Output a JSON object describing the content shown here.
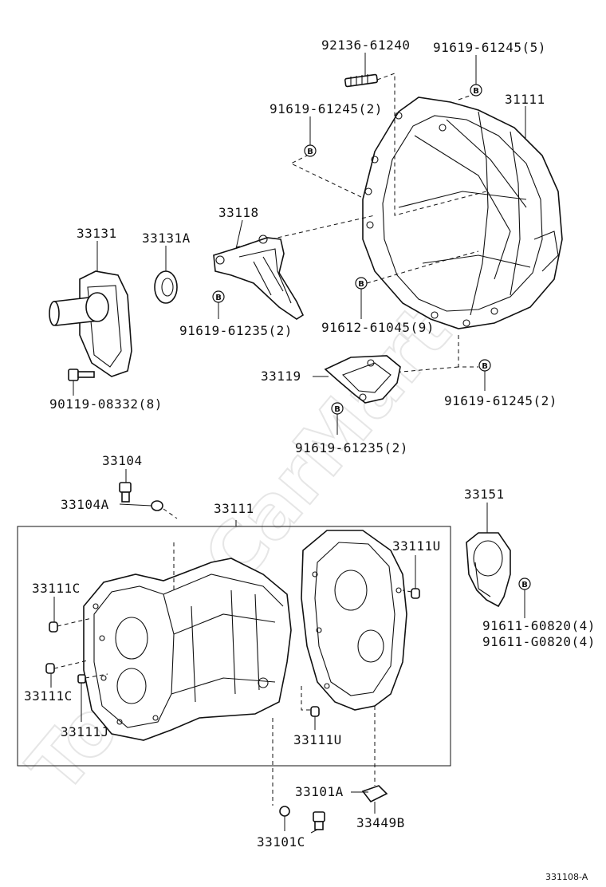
{
  "watermark": "ToyotaCarMart.ru",
  "labels": {
    "p92136": "92136-61240",
    "p91619_61245_5": "91619-61245(5)",
    "p31111": "31111",
    "p91619_61245_2a": "91619-61245(2)",
    "p33118": "33118",
    "p33131": "33131",
    "p33131A": "33131A",
    "p91619_61235_2a": "91619-61235(2)",
    "p91612": "91612-61045(9)",
    "p33119": "33119",
    "p91619_61245_2b": "91619-61245(2)",
    "p90119": "90119-08332(8)",
    "p91619_61235_2b": "91619-61235(2)",
    "p33104": "33104",
    "p33104A": "33104A",
    "p33111": "33111",
    "p33151": "33151",
    "p33111U_a": "33111U",
    "p33111C_a": "33111C",
    "p91611_60820": "91611-60820(4)",
    "p91611_G0820": "91611-G0820(4)",
    "p33111C_b": "33111C",
    "p33111J": "33111J",
    "p33111U_b": "33111U",
    "p33101A": "33101A",
    "p33449B": "33449B",
    "p33101C": "33101C",
    "figure_code": "331108-A"
  },
  "symbol": "B"
}
